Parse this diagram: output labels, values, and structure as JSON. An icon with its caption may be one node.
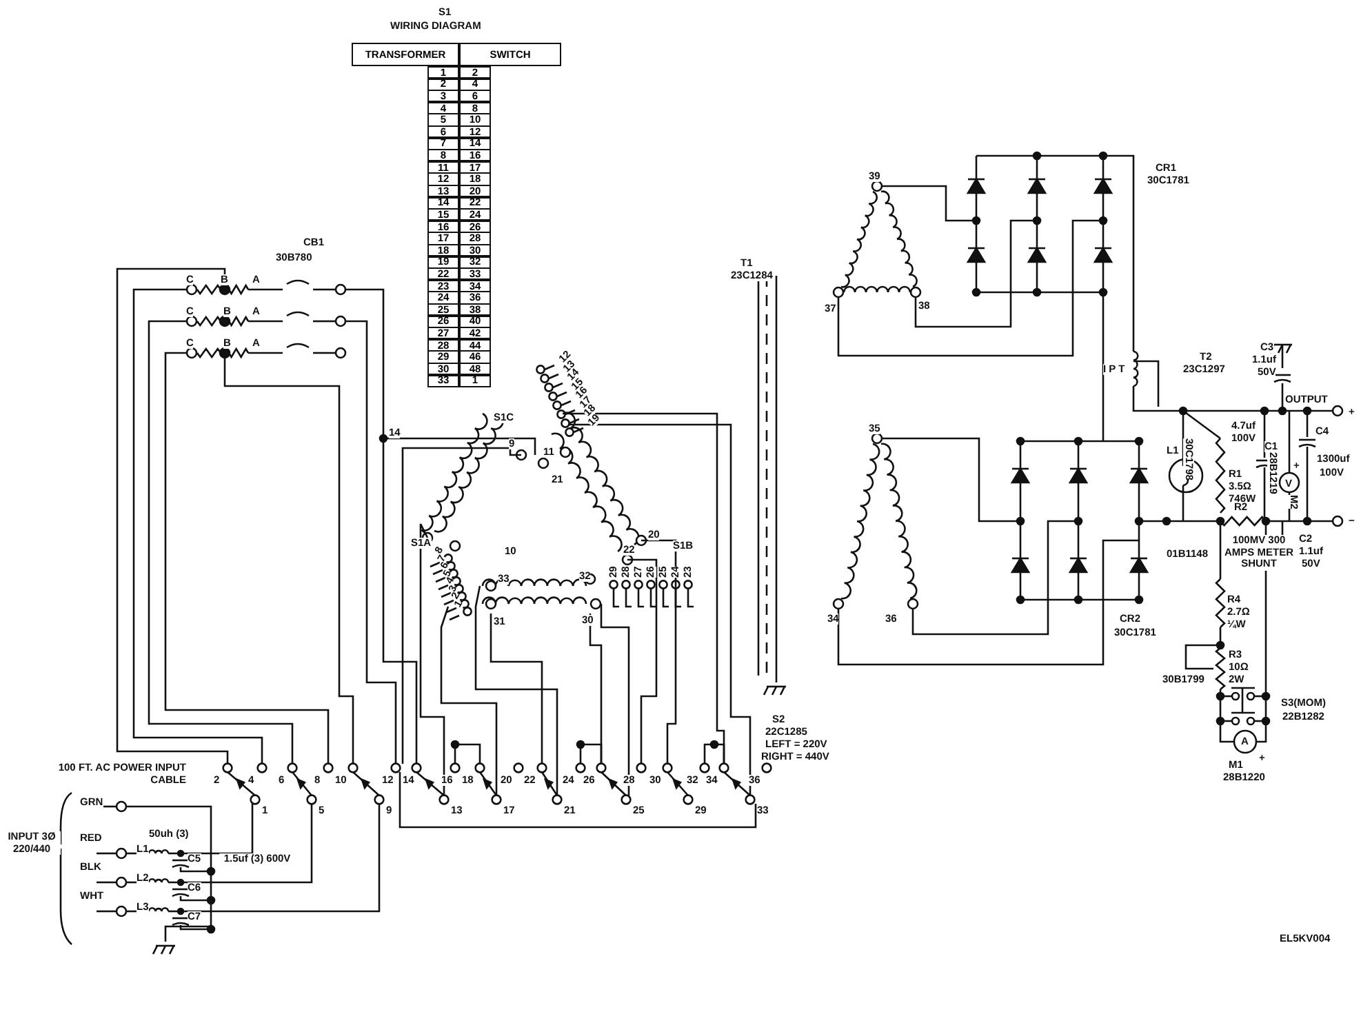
{
  "diagram": {
    "labels": [
      "S1",
      "WIRING DIAGRAM",
      "TRANSFORMER",
      "SWITCH",
      "1",
      "2",
      "2",
      "4",
      "3",
      "6",
      "4",
      "8",
      "5",
      "10",
      "6",
      "12",
      "7",
      "14",
      "8",
      "16",
      "11",
      "17",
      "12",
      "18",
      "13",
      "20",
      "14",
      "22",
      "15",
      "24",
      "16",
      "26",
      "17",
      "28",
      "18",
      "30",
      "19",
      "32",
      "22",
      "33",
      "23",
      "34",
      "24",
      "36",
      "25",
      "38",
      "26",
      "40",
      "27",
      "42",
      "28",
      "44",
      "29",
      "46",
      "30",
      "48",
      "33",
      "1",
      "CB1",
      "30B780",
      "C",
      "B",
      "A",
      "C",
      "B",
      "A",
      "C",
      "B",
      "A",
      "14",
      "T1",
      "23C1284",
      "CR1",
      "30C1781",
      "39",
      "37",
      "38",
      "I P T",
      "T2",
      "23C1297",
      "C3",
      "1.1uf",
      "50V",
      "OUTPUT",
      "+",
      "4.7uf",
      "100V",
      "C1",
      "C4",
      "1300uf",
      "100V",
      "L1",
      "30C1798",
      "R1",
      "3.5Ω",
      "746W",
      "28B1219",
      "M2",
      "+",
      "V",
      "35",
      "R2",
      "−",
      "01B1148",
      "100MV 300 AMPS METER SHUNT",
      "C2",
      "1.1uf",
      "50V",
      "34",
      "36",
      "CR2",
      "30C1781",
      "R4",
      "2.7Ω",
      "¼W",
      "R3",
      "10Ω",
      "30B1799",
      "2W",
      "S3(MOM)",
      "22B1282",
      "A",
      "+",
      "M1",
      "28B1220",
      "S1C",
      "12",
      "13",
      "14",
      "15",
      "16",
      "17",
      "18",
      "19",
      "9",
      "11",
      "10",
      "21",
      "20",
      "22",
      "S1B",
      "29",
      "28",
      "27",
      "26",
      "25",
      "24",
      "23",
      "S1A",
      "8",
      "7",
      "6",
      "5",
      "4",
      "3",
      "2",
      "1",
      "33",
      "32",
      "31",
      "30",
      "2",
      "4",
      "6",
      "8",
      "10",
      "12",
      "14",
      "16",
      "18",
      "20",
      "22",
      "24",
      "26",
      "28",
      "30",
      "32",
      "34",
      "36",
      "1",
      "5",
      "9",
      "13",
      "17",
      "21",
      "25",
      "29",
      "33",
      "S2",
      "22C1285",
      "LEFT = 220V",
      "RIGHT = 440V",
      "100 FT. AC POWER INPUT CABLE",
      "INPUT 3Ø 220/440",
      "GRN",
      "RED",
      "BLK",
      "WHT",
      "L1",
      "L2",
      "L3",
      "50uh (3)",
      "C5",
      "C6",
      "C7",
      "1.5uf (3) 600V",
      "EL5KV004"
    ]
  }
}
